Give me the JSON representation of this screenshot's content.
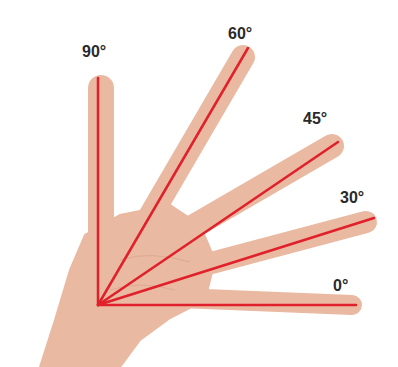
{
  "diagram": {
    "labels": [
      "90°",
      "60°",
      "45°",
      "30°",
      "0°"
    ]
  }
}
